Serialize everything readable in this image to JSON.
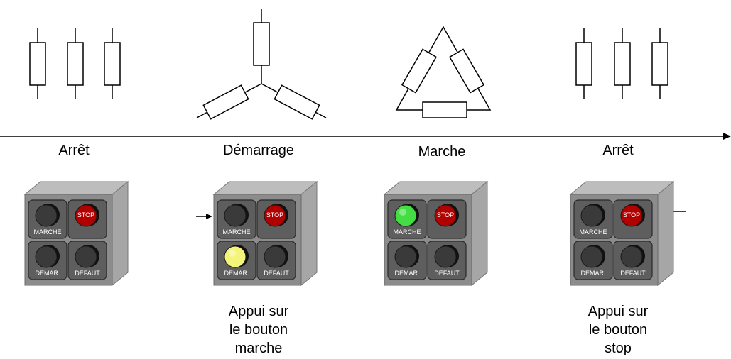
{
  "states": [
    {
      "label": "Arrêt",
      "winding": "off",
      "caption": [],
      "lights": {
        "marche": "off",
        "stop": "red",
        "demar": "off",
        "defaut": "off"
      }
    },
    {
      "label": "Démarrage",
      "winding": "star",
      "caption": [
        "Appui sur",
        "le bouton",
        "marche"
      ],
      "lights": {
        "marche": "off",
        "stop": "red",
        "demar": "yellow",
        "defaut": "off"
      }
    },
    {
      "label": "Marche",
      "winding": "delta",
      "caption": [],
      "lights": {
        "marche": "green",
        "stop": "red",
        "demar": "off",
        "defaut": "off"
      }
    },
    {
      "label": "Arrêt",
      "winding": "off",
      "caption": [
        "Appui sur",
        "le bouton",
        "stop"
      ],
      "lights": {
        "marche": "off",
        "stop": "red",
        "demar": "off",
        "defaut": "off"
      }
    }
  ],
  "button_labels": {
    "marche": "MARCHE",
    "stop": "STOP",
    "demar": "DEMAR.",
    "defaut": "DEFAUT"
  },
  "colors": {
    "panel_face": "#8c8c8c",
    "panel_side": "#a6a6a6",
    "panel_top": "#bdbdbd",
    "light_off": "#3a3a3a",
    "light_red": "#b00000",
    "light_green": "#44dd44",
    "light_yellow": "#f4f47a"
  }
}
